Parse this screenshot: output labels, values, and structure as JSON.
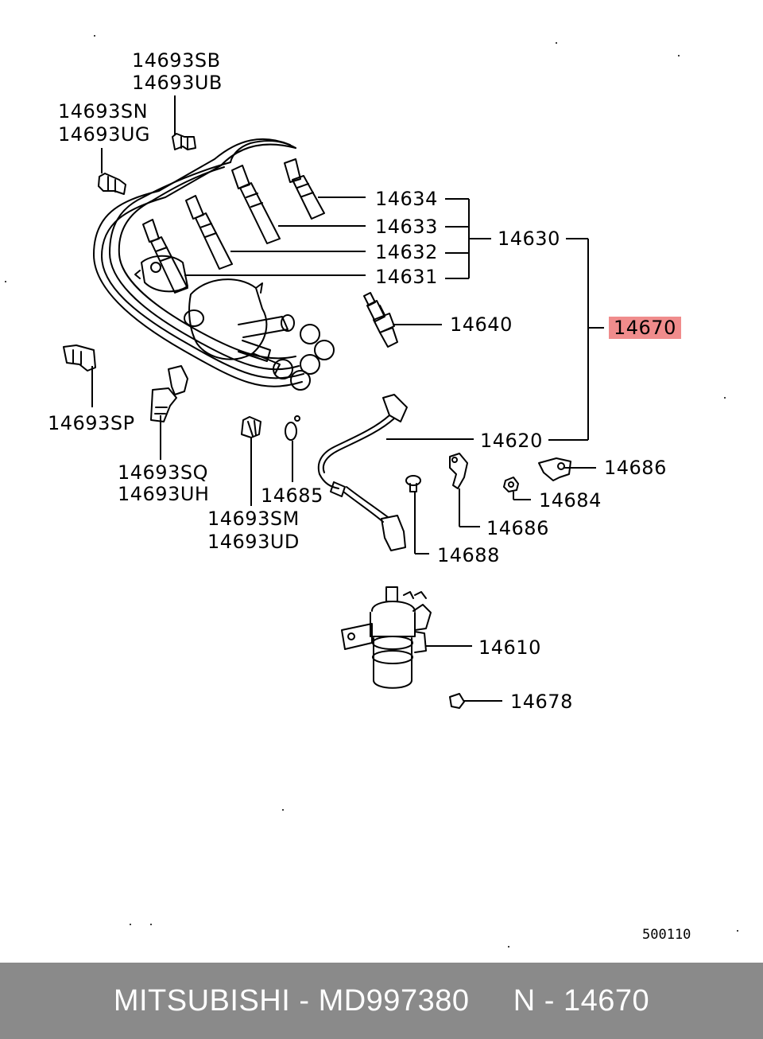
{
  "labels": {
    "p14693SB": "14693SB",
    "p14693UB": "14693UB",
    "p14693SN": "14693SN",
    "p14693UG": "14693UG",
    "p14634": "14634",
    "p14633": "14633",
    "p14632": "14632",
    "p14631": "14631",
    "p14630": "14630",
    "p14640": "14640",
    "p14670": "14670",
    "p14693SP": "14693SP",
    "p14693SQ": "14693SQ",
    "p14693UH": "14693UH",
    "p14685": "14685",
    "p14693SM": "14693SM",
    "p14693UD": "14693UD",
    "p14620": "14620",
    "p14686a": "14686",
    "p14684": "14684",
    "p14686b": "14686",
    "p14688": "14688",
    "p14610": "14610",
    "p14678": "14678"
  },
  "diagram_code": "500110",
  "highlight_color": "#f08c8c",
  "footer": {
    "text": "MITSUBISHI - MD997380     N - 14670",
    "background": "#8a8a8a"
  }
}
